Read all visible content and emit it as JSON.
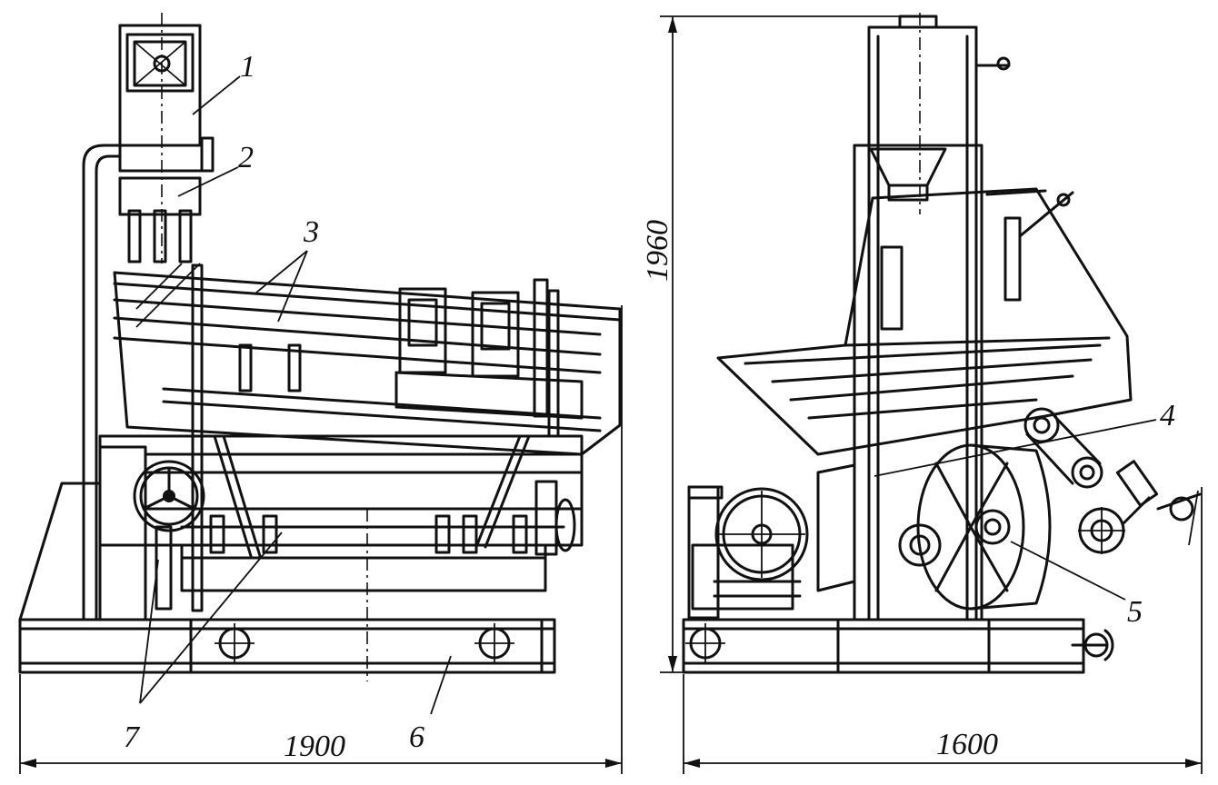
{
  "callouts": {
    "c1": "1",
    "c2": "2",
    "c3": "3",
    "c4": "4",
    "c5": "5",
    "c6": "6",
    "c7": "7"
  },
  "dimensions": {
    "front_width": "1900",
    "side_width": "1600",
    "height": "1960"
  }
}
